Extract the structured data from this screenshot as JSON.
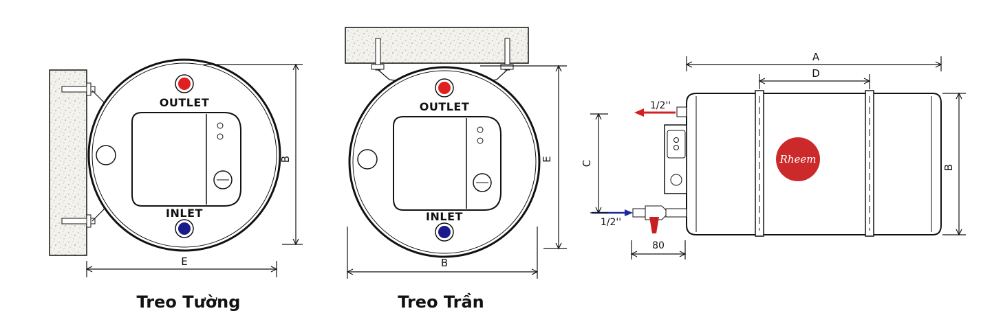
{
  "colors": {
    "outlet_port": "#e02020",
    "inlet_port": "#1a1a8a",
    "logo_badge": "#cc2a2a",
    "outlet_arrow": "#d42020",
    "inlet_arrow": "#1a2a9a",
    "valve_handle": "#c82020",
    "concrete": "#f2f0ea"
  },
  "wall_mount": {
    "outlet_label": "OUTLET",
    "inlet_label": "INLET",
    "dim_height": "B",
    "dim_width": "E",
    "caption": "Treo Tường"
  },
  "ceiling_mount": {
    "outlet_label": "OUTLET",
    "inlet_label": "INLET",
    "dim_height": "E",
    "dim_width": "B",
    "caption": "Treo Trần"
  },
  "side_view": {
    "dim_length": "A",
    "dim_strap_spacing": "D",
    "dim_height": "B",
    "dim_pipe_spacing": "C",
    "outlet_pipe": "1/2''",
    "inlet_pipe": "1/2''",
    "valve_offset": "80",
    "logo_text": "Rheem"
  }
}
